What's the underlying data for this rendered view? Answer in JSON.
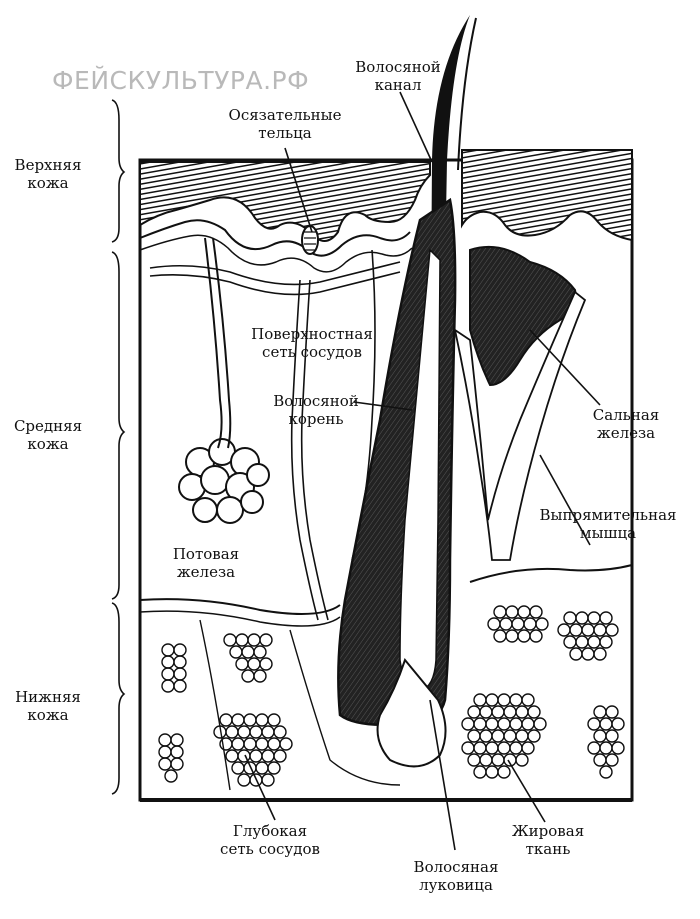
{
  "watermark": "ФЕЙСКУЛЬТУРА.РФ",
  "layers": {
    "upper": [
      "Верхняя",
      "кожа"
    ],
    "middle": [
      "Средняя",
      "кожа"
    ],
    "lower": [
      "Нижняя",
      "кожа"
    ]
  },
  "labels": {
    "hair_canal": [
      "Волосяной",
      "канал"
    ],
    "tactile": [
      "Осязательные",
      "тельца"
    ],
    "superficial_net": [
      "Поверхностная",
      "сеть сосудов"
    ],
    "hair_root": [
      "Волосяной",
      "корень"
    ],
    "sebaceous": [
      "Сальная",
      "железа"
    ],
    "erector": [
      "Выпрямительная",
      "мышца"
    ],
    "sweat": [
      "Потовая",
      "железа"
    ],
    "deep_net": [
      "Глубокая",
      "сеть сосудов"
    ],
    "fat": [
      "Жировая",
      "ткань"
    ],
    "bulb": [
      "Волосяная",
      "луковица"
    ]
  },
  "colors": {
    "ink": "#111111",
    "watermark": "#b9b9b9",
    "paper": "#ffffff"
  }
}
